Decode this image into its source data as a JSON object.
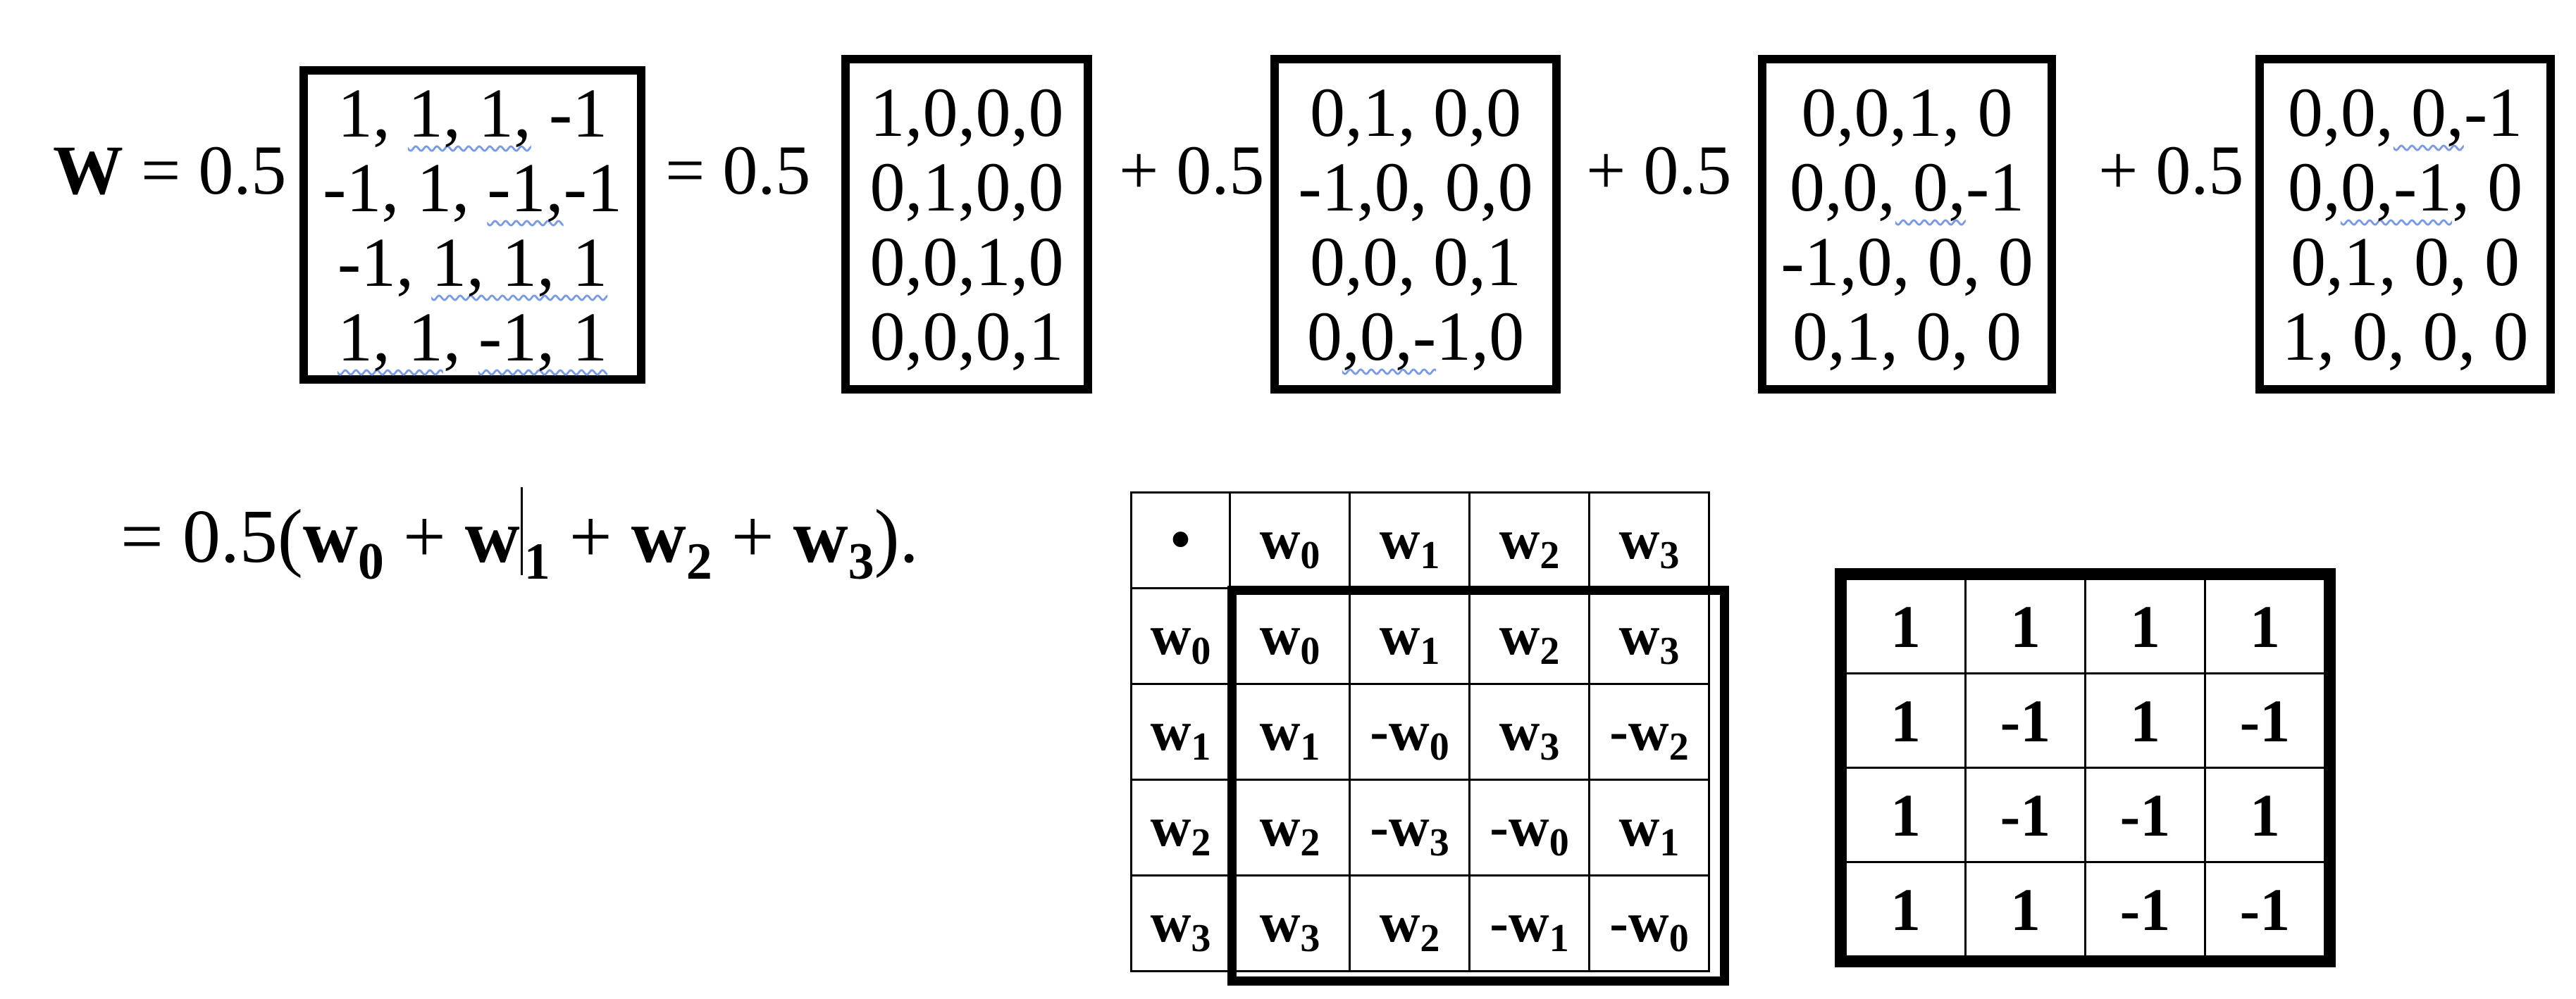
{
  "colors": {
    "text": "#000000",
    "squiggle_blue": "#7b9be0",
    "border_black": "#000000",
    "background": "#ffffff"
  },
  "equation_line1": {
    "lhs_symbol": "W",
    "lhs_op": " = 0.5",
    "op_eq": "= 0.5",
    "op_plus": "+ 0.5",
    "matrices": [
      {
        "id": "matrix-w",
        "rows": [
          [
            {
              "t": "1, "
            },
            {
              "t": "1, 1,",
              "sq": true
            },
            {
              "t": " -1"
            }
          ],
          [
            {
              "t": "-1, 1, "
            },
            {
              "t": "-1,",
              "sq": true
            },
            {
              "t": "-1"
            }
          ],
          [
            {
              "t": "-1, "
            },
            {
              "t": "1, 1, 1",
              "sq": true
            }
          ],
          [
            {
              "t": "1, 1",
              "sq": true
            },
            {
              "t": ", "
            },
            {
              "t": "-1, 1",
              "sq": true
            }
          ]
        ]
      },
      {
        "id": "matrix-w0",
        "rows": [
          [
            {
              "t": "1,0,0,0"
            }
          ],
          [
            {
              "t": "0,1,0,0"
            }
          ],
          [
            {
              "t": "0,0,1,0"
            }
          ],
          [
            {
              "t": "0,0,0,1"
            }
          ]
        ]
      },
      {
        "id": "matrix-w1",
        "rows": [
          [
            {
              "t": "0,1, 0,0"
            }
          ],
          [
            {
              "t": "-1,0, 0,0"
            }
          ],
          [
            {
              "t": "0,0, 0,1"
            }
          ],
          [
            {
              "t": "0"
            },
            {
              "t": ",0,-",
              "sq": true
            },
            {
              "t": "1,0"
            }
          ]
        ]
      },
      {
        "id": "matrix-w2",
        "rows": [
          [
            {
              "t": "0,0,1, 0"
            }
          ],
          [
            {
              "t": "0,0,"
            },
            {
              "t": " 0,",
              "sq": true
            },
            {
              "t": "-1"
            }
          ],
          [
            {
              "t": "-1,0, 0, 0"
            }
          ],
          [
            {
              "t": "0,1, 0, 0"
            }
          ]
        ]
      },
      {
        "id": "matrix-w3",
        "rows": [
          [
            {
              "t": "0,0,"
            },
            {
              "t": " 0,",
              "sq": true
            },
            {
              "t": "-1"
            }
          ],
          [
            {
              "t": "0,"
            },
            {
              "t": "0,-1",
              "sq": true
            },
            {
              "t": ", 0"
            }
          ],
          [
            {
              "t": "0,1, 0, 0"
            }
          ],
          [
            {
              "t": "1, 0, 0, 0"
            }
          ]
        ]
      }
    ]
  },
  "equation_line2": {
    "prefix": "= 0.5(",
    "plus": " + ",
    "suffix": ").",
    "terms": [
      {
        "base": "w",
        "sub": "0"
      },
      {
        "base": "w",
        "sub": "1"
      },
      {
        "base": "w",
        "sub": "2"
      },
      {
        "base": "w",
        "sub": "3"
      }
    ],
    "caret_inside_term": 1
  },
  "cayley_table": {
    "corner": "•",
    "col_headers": [
      "w0",
      "w1",
      "w2",
      "w3"
    ],
    "row_headers": [
      "w0",
      "w1",
      "w2",
      "w3"
    ],
    "body": [
      [
        "w0",
        "w1",
        "w2",
        "w3"
      ],
      [
        "w1",
        "-w0",
        "w3",
        "-w2"
      ],
      [
        "w2",
        "-w3",
        "-w0",
        "w1"
      ],
      [
        "w3",
        "w2",
        "-w1",
        "-w0"
      ]
    ]
  },
  "sign_matrix": {
    "rows": [
      [
        "1",
        "1",
        "1",
        "1"
      ],
      [
        "1",
        "-1",
        "1",
        "-1"
      ],
      [
        "1",
        "-1",
        "-1",
        "1"
      ],
      [
        "1",
        "1",
        "-1",
        "-1"
      ]
    ]
  }
}
